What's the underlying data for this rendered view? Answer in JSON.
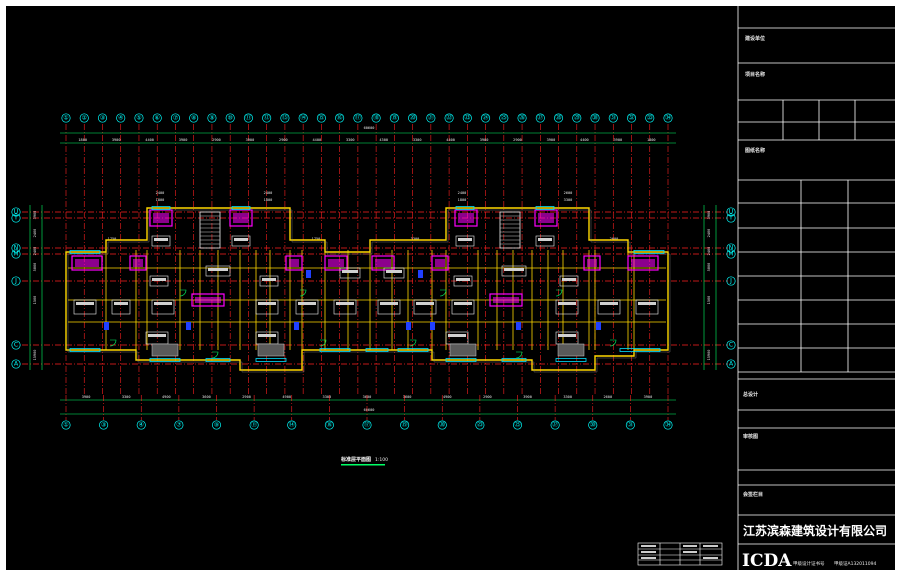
{
  "title_block": {
    "field_project": "建设单位",
    "field_name": "项目名称",
    "field_drawing": "图纸名称",
    "field_designer": "总设计",
    "field_checker": "审核图",
    "field_seal": "会签栏目",
    "company": "江苏滨森建筑设计有限公司",
    "logo": "ICDA",
    "cert_label": "甲级设计证书号",
    "cert_value": "甲级证A132011094"
  },
  "plan": {
    "title": "标准层平面图",
    "scale": "1:100",
    "top_axes": [
      "①",
      "②",
      "③",
      "④",
      "⑤",
      "⑥",
      "⑦",
      "⑧",
      "⑨",
      "⑩",
      "⑪",
      "⑫",
      "⑬",
      "⑭",
      "⑮",
      "⑯",
      "⑰",
      "⑱",
      "⑲",
      "⑳",
      "㉑",
      "㉒",
      "㉓",
      "㉔",
      "㉕",
      "㉖",
      "㉗",
      "㉘",
      "㉙",
      "㉚",
      "㉛",
      "㉜",
      "㉝",
      "㉞"
    ],
    "bottom_axes": [
      "①",
      "③",
      "④",
      "⑦",
      "⑨",
      "⑪",
      "⑭",
      "⑯",
      "⑰",
      "⑲",
      "⑳",
      "㉓",
      "㉕",
      "㉗",
      "㉚",
      "㉛",
      "㉞"
    ],
    "left_axes": [
      "U",
      "T",
      "N",
      "M",
      "J",
      "C",
      "A"
    ],
    "right_axes": [
      "U",
      "T",
      "N",
      "M",
      "J",
      "C",
      "A"
    ],
    "overall_dim": "60600",
    "top_dims": [
      "1800",
      "3900",
      "4400",
      "3900",
      "2900",
      "3900",
      "2900",
      "4400",
      "3300",
      "4300",
      "3300",
      "4400",
      "3900",
      "2900",
      "3900",
      "4400",
      "3900",
      "1800"
    ],
    "bottom_dims": [
      "3900",
      "3300",
      "4900",
      "3600",
      "2900",
      "4900",
      "3300",
      "3600",
      "3600",
      "4900",
      "2900",
      "3900",
      "3300",
      "2600",
      "3900"
    ],
    "bay_dims": [
      "2400",
      "1800",
      "1750",
      "2400",
      "1800",
      "1750",
      "2400",
      "1800",
      "3300",
      "2600",
      "3300",
      "2600"
    ],
    "side_dims": [
      "3900",
      "2400",
      "2400",
      "5800",
      "1500",
      "15900"
    ]
  }
}
